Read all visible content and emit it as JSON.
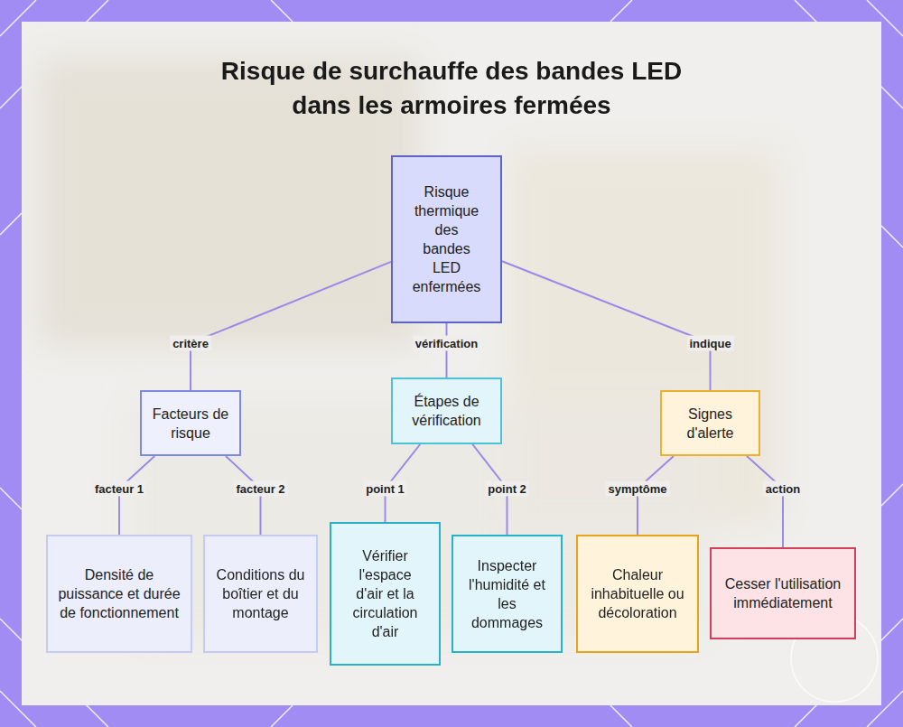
{
  "diagram": {
    "title": "Risque de surchauffe des bandes LED dans les armoires fermées",
    "nodes": [
      {
        "text": [
          "Risque thermique des bandes LED enfermées"
        ]
      },
      {
        "text": [
          "Facteurs de risque"
        ]
      },
      {
        "text": [
          "Étapes de vérification"
        ]
      },
      {
        "text": [
          "Signes d'alerte"
        ]
      },
      {
        "text": [
          "Densité de puissance et durée de fonctionnement"
        ]
      },
      {
        "text": [
          "Conditions du boîtier et du montage"
        ]
      },
      {
        "text": [
          "Vérifier l'espace d'air et la circulation d'air"
        ]
      },
      {
        "text": [
          "Inspecter l'humidité et les dommages"
        ]
      },
      {
        "text": [
          "Chaleur inhabituelle ou décoloration"
        ]
      },
      {
        "text": [
          "Cesser l'utilisation immédiatement"
        ]
      }
    ],
    "edges": [
      {
        "from": 0,
        "to": 1,
        "label": "critère",
        "arrow": "none"
      },
      {
        "from": 0,
        "to": 2,
        "label": "vérification",
        "arrow": "none"
      },
      {
        "from": 0,
        "to": 3,
        "label": "indique",
        "arrow": "none"
      },
      {
        "from": 1,
        "to": 4,
        "label": "facteur 1",
        "arrow": "none"
      },
      {
        "from": 1,
        "to": 5,
        "label": "facteur 2",
        "arrow": "none"
      },
      {
        "from": 2,
        "to": 6,
        "label": "point 1",
        "arrow": "none"
      },
      {
        "from": 2,
        "to": 7,
        "label": "point 2",
        "arrow": "none"
      },
      {
        "from": 3,
        "to": 8,
        "label": "symptôme",
        "arrow": "none"
      },
      {
        "from": 3,
        "to": 9,
        "label": "action",
        "arrow": "none"
      }
    ]
  }
}
